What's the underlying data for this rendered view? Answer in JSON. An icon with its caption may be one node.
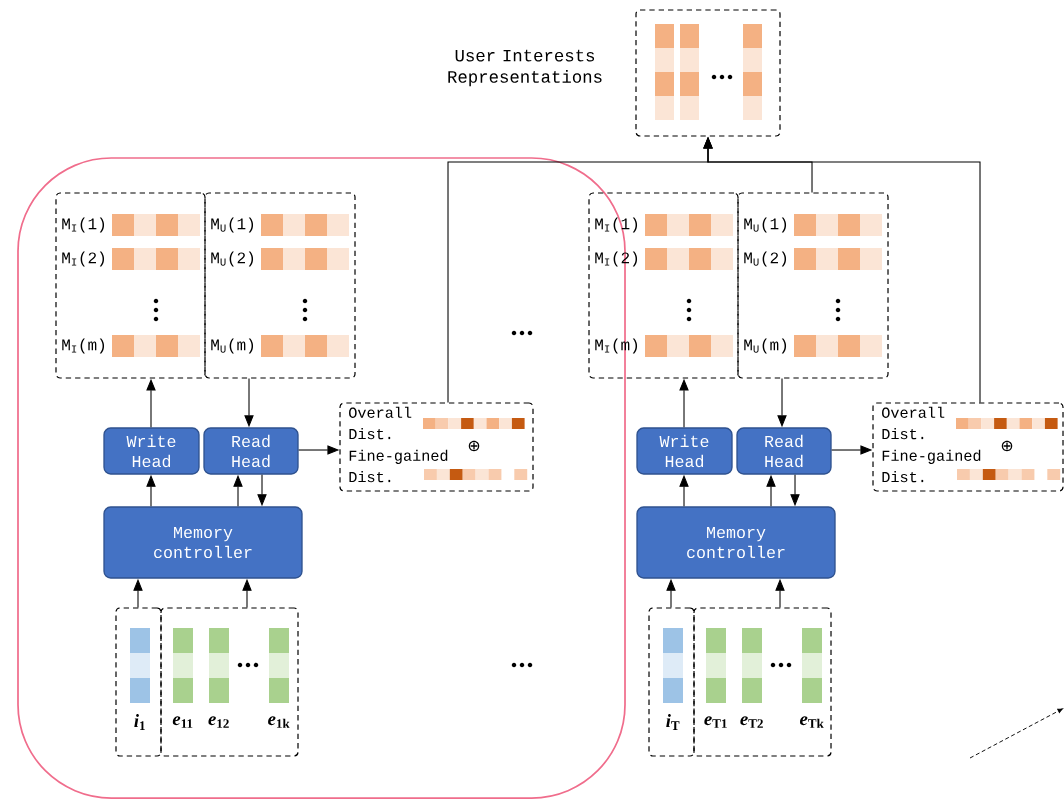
{
  "diagram": {
    "nodes": [
      {
        "text": [],
        "shape": "box",
        "beside": [
          "User Interests Representations"
        ]
      },
      {
        "text": [],
        "shape": "box"
      },
      {
        "text": [
          "M$_{I}$(1)",
          "M$_{I}$(2)",
          "M$_{I}$(m)"
        ],
        "in": 1
      },
      {
        "text": [
          "M$_{U}$(1)",
          "M$_{U}$(2)",
          "M$_{U}$(m)"
        ],
        "in": 1
      },
      {
        "text": [
          "Write Head"
        ],
        "in": 1
      },
      {
        "text": [
          "Read Head"
        ],
        "in": 1
      },
      {
        "text": [
          "Overall Dist.",
          "Fine-gained Dist.",
          "⊕"
        ],
        "in": 1
      },
      {
        "text": [
          "Memory controller"
        ],
        "in": 1
      },
      {
        "text": [
          "*i*$_{1}$"
        ],
        "in": 1
      },
      {
        "text": [
          "*e*$_{11}$",
          "*e*$_{12}$",
          "*e*$_{1k}$"
        ],
        "in": 1
      },
      {
        "text": [
          "M$_{I}$(1)",
          "M$_{I}$(2)",
          "M$_{I}$(m)"
        ]
      },
      {
        "text": [
          "M$_{U}$(1)",
          "M$_{U}$(2)",
          "M$_{U}$(m)"
        ]
      },
      {
        "text": [
          "Write Head"
        ]
      },
      {
        "text": [
          "Read Head"
        ]
      },
      {
        "text": [
          "Overall Dist.",
          "Fine-gained Dist.",
          "⊕"
        ]
      },
      {
        "text": [
          "Memory controller"
        ]
      },
      {
        "text": [
          "*i*$_{T}$"
        ]
      },
      {
        "text": [
          "*e*$_{T1}$",
          "*e*$_{T2}$",
          "*e*$_{Tk}$"
        ]
      }
    ],
    "edges": [
      {
        "from": 4,
        "to": 2,
        "arrow": "to"
      },
      {
        "from": 3,
        "to": 5,
        "arrow": "to"
      },
      {
        "from": 5,
        "to": 6,
        "arrow": "to"
      },
      {
        "from": 7,
        "to": 4,
        "arrow": "to"
      },
      {
        "from": 7,
        "to": 5,
        "arrow": "to"
      },
      {
        "from": 5,
        "to": 7,
        "arrow": "to"
      },
      {
        "from": 8,
        "to": 7,
        "arrow": "to"
      },
      {
        "from": 9,
        "to": 7,
        "arrow": "to"
      },
      {
        "from": 6,
        "to": 0,
        "arrow": "to"
      },
      {
        "from": 12,
        "to": 10,
        "arrow": "to"
      },
      {
        "from": 11,
        "to": 13,
        "arrow": "to"
      },
      {
        "from": 13,
        "to": 14,
        "arrow": "to"
      },
      {
        "from": 15,
        "to": 12,
        "arrow": "to"
      },
      {
        "from": 15,
        "to": 13,
        "arrow": "to"
      },
      {
        "from": 13,
        "to": 15,
        "arrow": "to"
      },
      {
        "from": 16,
        "to": 15,
        "arrow": "to"
      },
      {
        "from": 17,
        "to": 15,
        "arrow": "to"
      },
      {
        "from": 11,
        "to": 0,
        "arrow": "to"
      },
      {
        "from": 14,
        "to": 0,
        "arrow": "to"
      }
    ]
  }
}
